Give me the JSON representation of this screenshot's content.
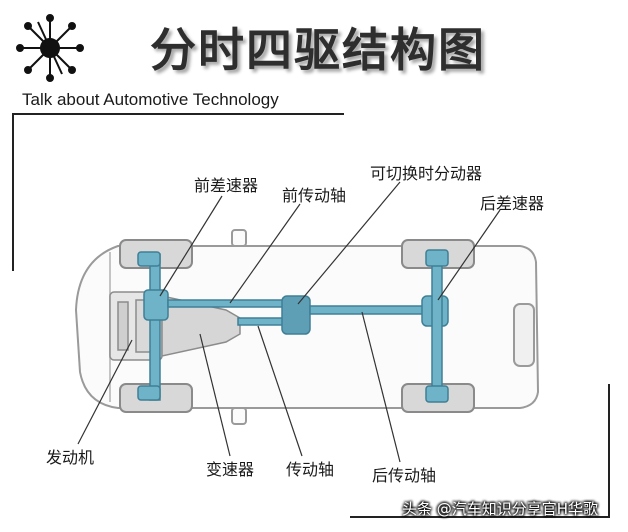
{
  "header": {
    "title": "分时四驱结构图",
    "subtitle": "Talk about Automotive Technology"
  },
  "icons": {
    "logo": "network-star-icon"
  },
  "labels": {
    "front_differential": "前差速器",
    "front_driveshaft": "前传动轴",
    "transfer_case": "可切换时分动器",
    "rear_differential": "后差速器",
    "engine": "发动机",
    "transmission": "变速器",
    "driveshaft": "传动轴",
    "rear_driveshaft": "后传动轴"
  },
  "watermark": "头条 @汽车知识分享官H华歌",
  "colors": {
    "drivetrain": "#6fb3c9",
    "drivetrain_dark": "#3f7f96",
    "body_outline": "#9a9a9a",
    "wheel": "#d8d8d8",
    "engine": "#e6e6e6",
    "leader_line": "#333333"
  }
}
